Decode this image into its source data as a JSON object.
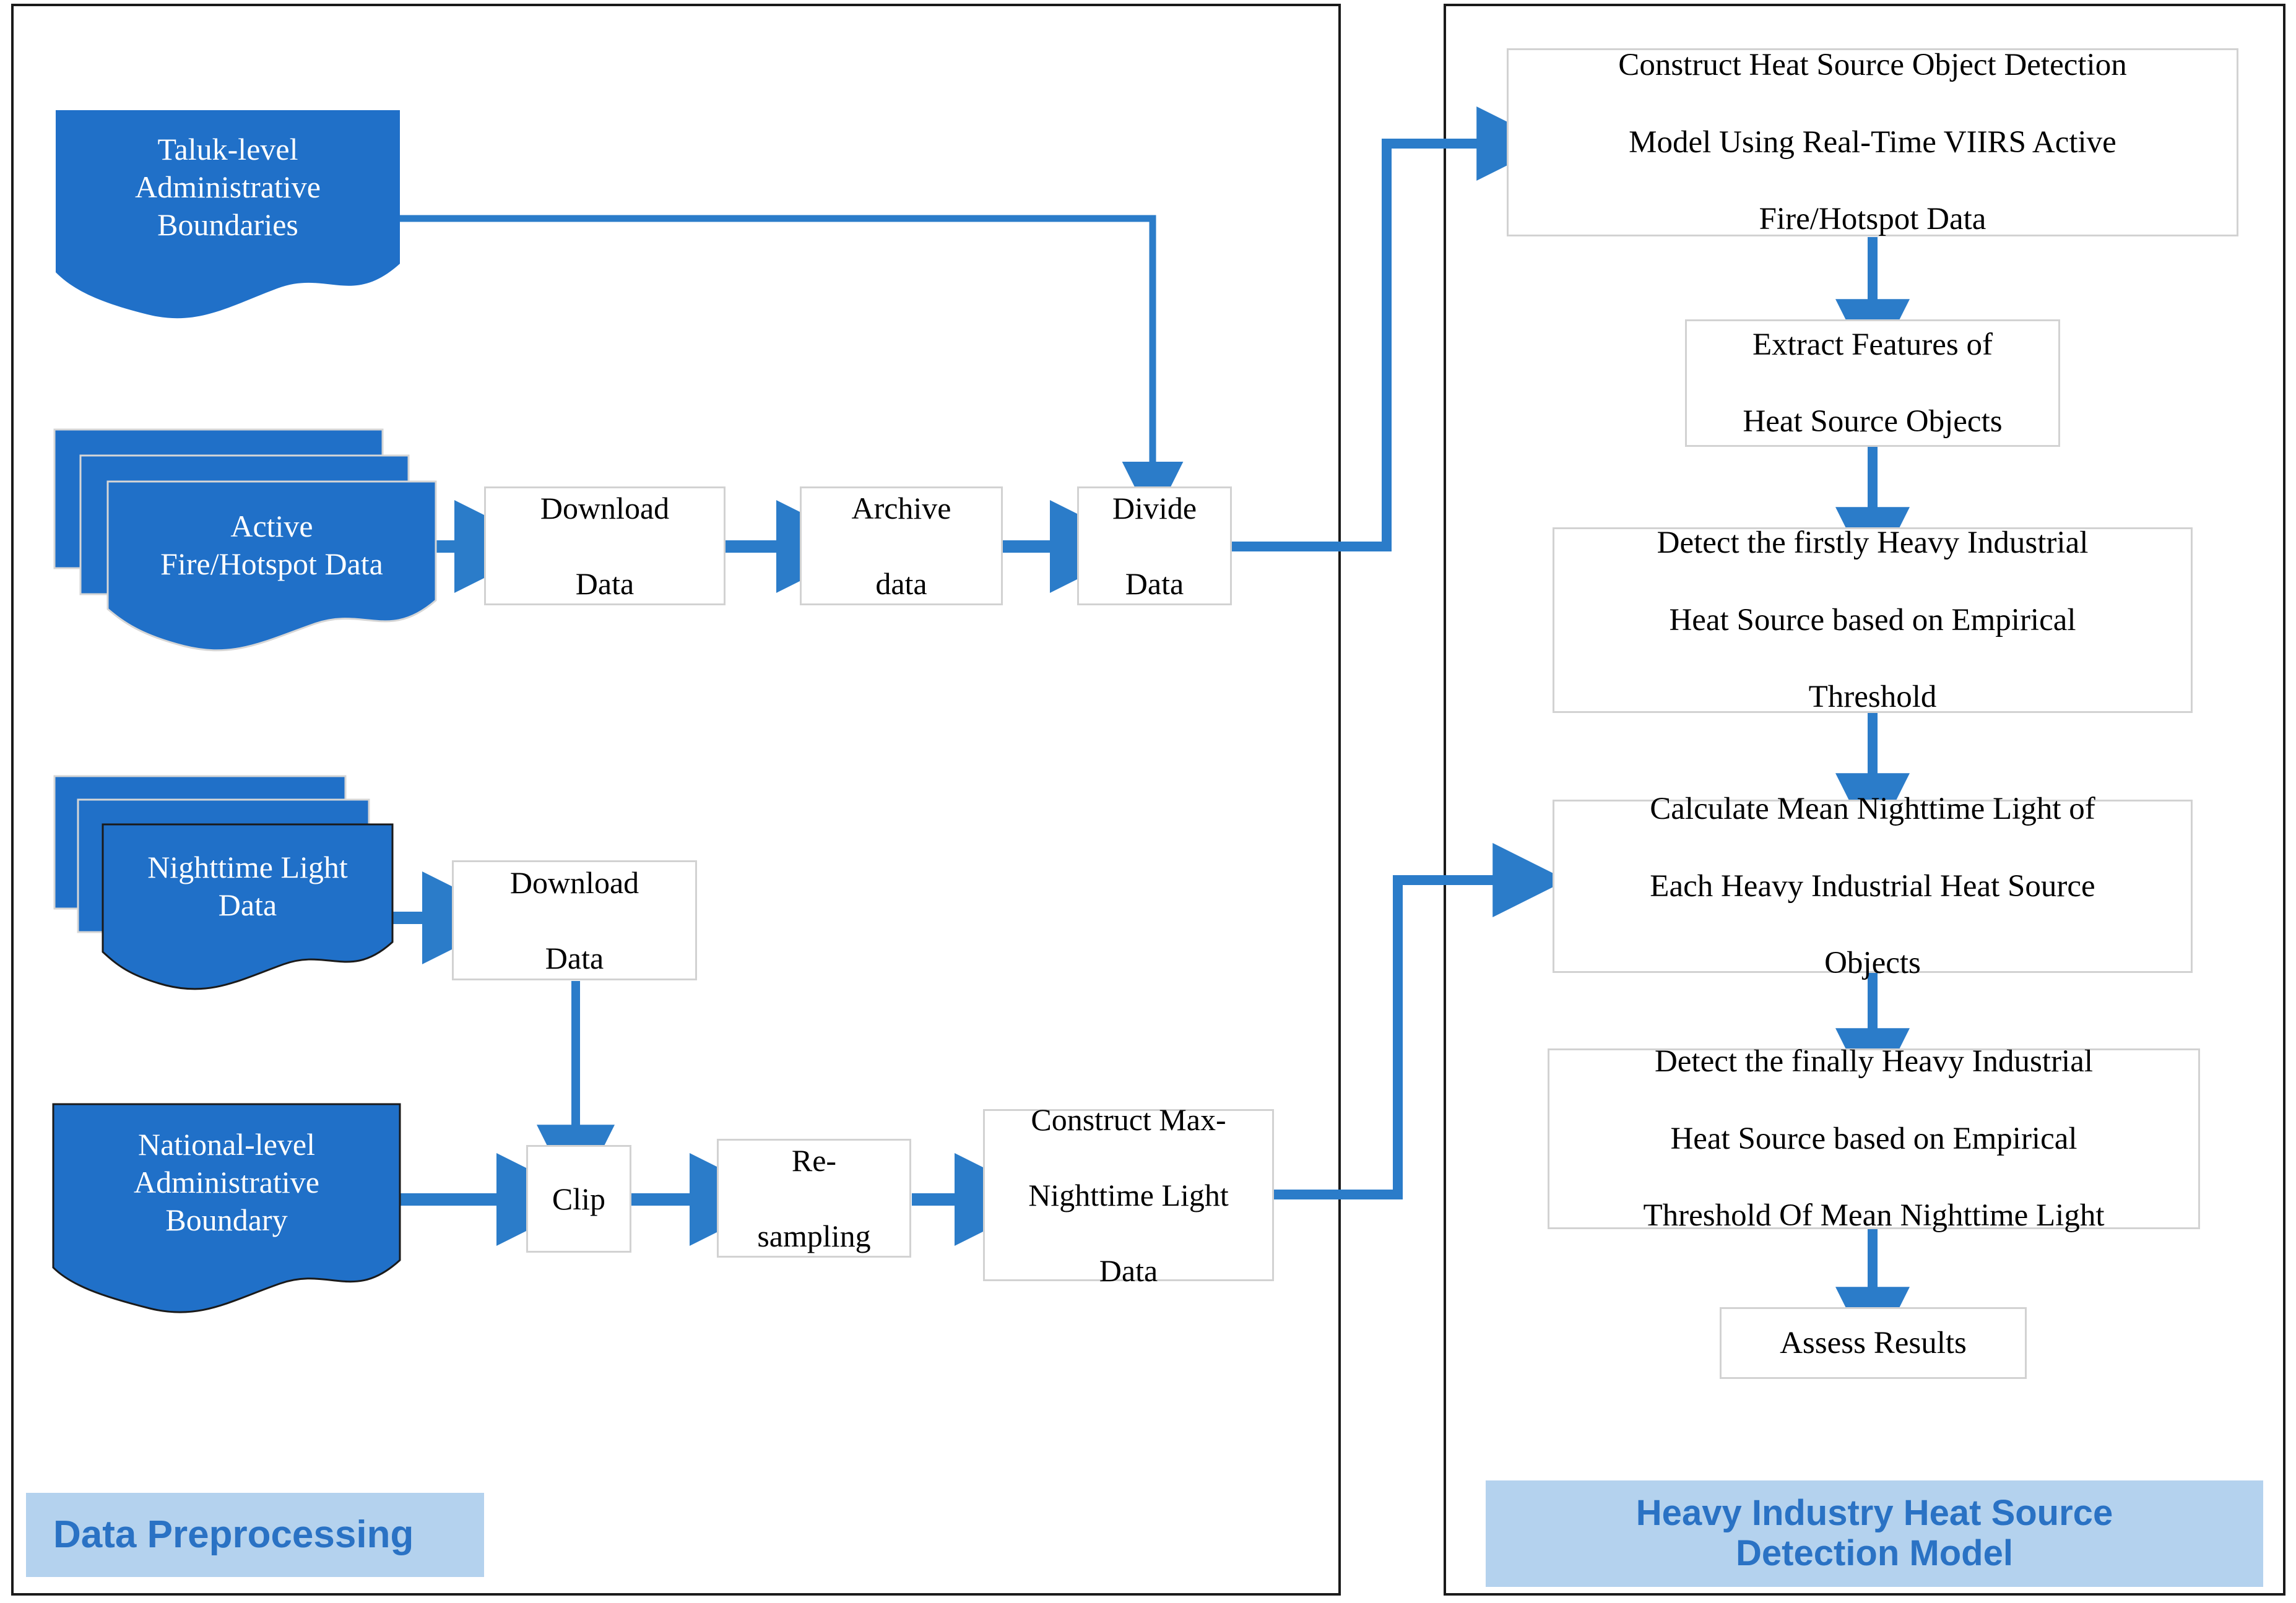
{
  "panels": {
    "left": {
      "label": "Data Preprocessing"
    },
    "right": {
      "label_line1": "Heavy Industry Heat Source",
      "label_line2": "Detection Model"
    }
  },
  "colors": {
    "doc_fill": "#2070c8",
    "arrow": "#2b7cc9",
    "panel_label_bg": "#b4d2ee",
    "panel_label_text": "#2a72c4",
    "box_border": "#d2d2d2",
    "panel_border": "#1a1a1a"
  },
  "left_panel": {
    "documents": [
      {
        "id": "taluk-boundaries",
        "line1": "Taluk-level",
        "line2": "Administrative",
        "line3": "Boundaries",
        "stacked": false
      },
      {
        "id": "active-fire-data",
        "line1": "Active",
        "line2": "Fire/Hotspot Data",
        "line3": "",
        "stacked": true
      },
      {
        "id": "nighttime-light-data",
        "line1": "Nighttime Light",
        "line2": "Data",
        "line3": "",
        "stacked": true
      },
      {
        "id": "national-boundary",
        "line1": "National-level",
        "line2": "Administrative",
        "line3": "Boundary",
        "stacked": false
      }
    ],
    "processes": [
      {
        "id": "download-data-fire",
        "line1": "Download",
        "line2": "Data",
        "line3": ""
      },
      {
        "id": "archive-data",
        "line1": "Archive",
        "line2": "data",
        "line3": ""
      },
      {
        "id": "divide-data",
        "line1": "Divide",
        "line2": "Data",
        "line3": ""
      },
      {
        "id": "download-data-ntl",
        "line1": "Download",
        "line2": "Data",
        "line3": ""
      },
      {
        "id": "clip",
        "line1": "Clip",
        "line2": "",
        "line3": ""
      },
      {
        "id": "re-sampling",
        "line1": "Re-",
        "line2": "sampling",
        "line3": ""
      },
      {
        "id": "construct-max-ntl",
        "line1": "Construct Max-",
        "line2": "Nighttime Light",
        "line3": "Data"
      }
    ]
  },
  "right_panel": {
    "processes": [
      {
        "id": "construct-model",
        "line1": "Construct Heat Source Object Detection",
        "line2": "Model Using Real-Time VIIRS Active",
        "line3": "Fire/Hotspot Data"
      },
      {
        "id": "extract-features",
        "line1": "Extract Features of",
        "line2": "Heat Source Objects",
        "line3": ""
      },
      {
        "id": "detect-firstly",
        "line1": "Detect the firstly Heavy Industrial",
        "line2": "Heat Source based on Empirical",
        "line3": "Threshold"
      },
      {
        "id": "calculate-mean-ntl",
        "line1": "Calculate Mean Nighttime Light of",
        "line2": "Each Heavy Industrial Heat Source",
        "line3": "Objects"
      },
      {
        "id": "detect-finally",
        "line1": "Detect the finally Heavy Industrial",
        "line2": "Heat Source based on Empirical",
        "line3": "Threshold Of Mean Nighttime Light"
      },
      {
        "id": "assess-results",
        "line1": "Assess Results",
        "line2": "",
        "line3": ""
      }
    ]
  }
}
